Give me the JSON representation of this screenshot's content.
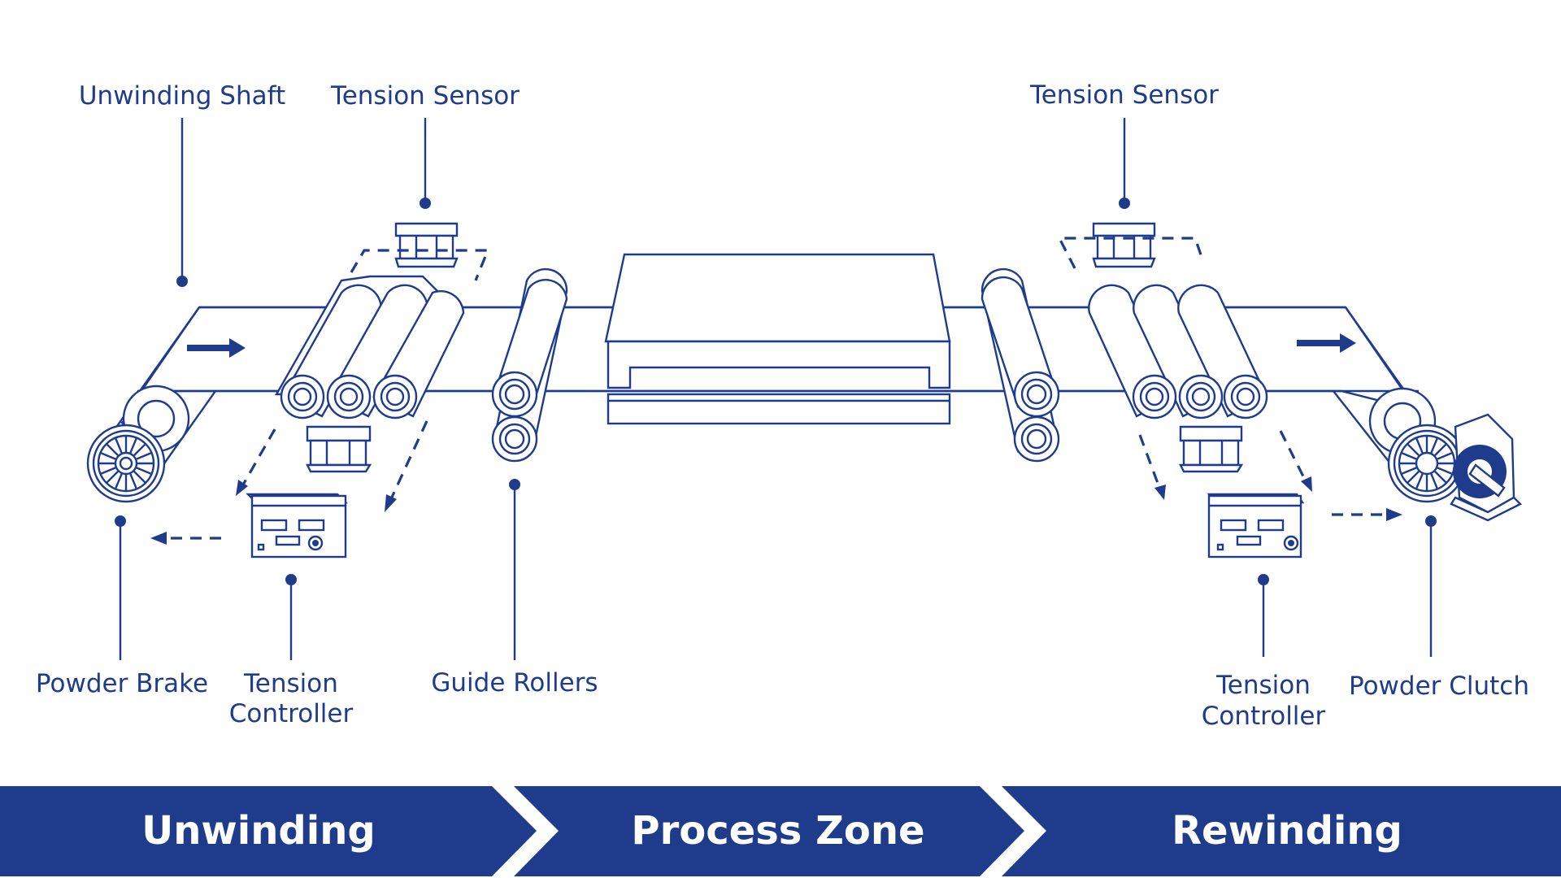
{
  "labels": {
    "unwinding_shaft": "Unwinding Shaft",
    "tension_sensor_left": "Tension Sensor",
    "tension_sensor_right": "Tension Sensor",
    "powder_brake": "Powder Brake",
    "tension_controller_left": {
      "line1": "Tension",
      "line2": "Controller"
    },
    "guide_rollers": "Guide Rollers",
    "tension_controller_right": {
      "line1": "Tension",
      "line2": "Controller"
    },
    "powder_clutch": "Powder Clutch"
  },
  "stages": [
    {
      "label": "Unwinding"
    },
    {
      "label": "Process Zone"
    },
    {
      "label": "Rewinding"
    }
  ],
  "colors": {
    "primary": "#1f3b8c",
    "band": "#1f3b8c",
    "background": "#ffffff"
  }
}
